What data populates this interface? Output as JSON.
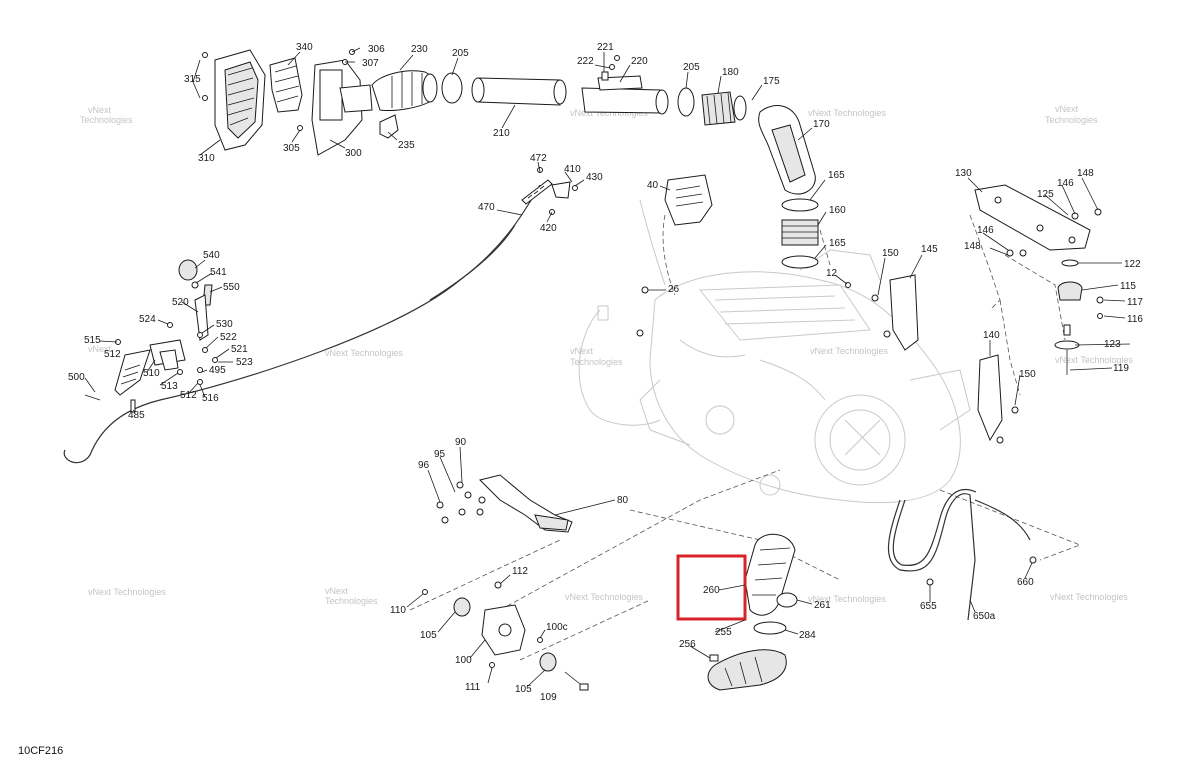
{
  "diagram_code": "10CF216",
  "watermark": {
    "line1": "vNext",
    "line2": "Technologies",
    "full": "vNext Technologies"
  },
  "highlight_color": "#d9232a",
  "labels": {
    "p315": "315",
    "p340": "340",
    "p306": "306",
    "p307": "307",
    "p230": "230",
    "p205a": "205",
    "p310": "310",
    "p305": "305",
    "p300": "300",
    "p235": "235",
    "p210": "210",
    "p221": "221",
    "p222": "222",
    "p220": "220",
    "p205b": "205",
    "p180": "180",
    "p175": "175",
    "p170": "170",
    "p472": "472",
    "p410": "410",
    "p430": "430",
    "p470": "470",
    "p420": "420",
    "p40": "40",
    "p165a": "165",
    "p160": "160",
    "p165b": "165",
    "p130": "130",
    "p148a": "148",
    "p146a": "146",
    "p125": "125",
    "p146b": "146",
    "p148b": "148",
    "p122": "122",
    "p115": "115",
    "p117": "117",
    "p116": "116",
    "p123": "123",
    "p119": "119",
    "p12": "12",
    "p150a": "150",
    "p145": "145",
    "p26": "26",
    "p140": "140",
    "p150b": "150",
    "p540": "540",
    "p541": "541",
    "p550": "550",
    "p520": "520",
    "p524": "524",
    "p530": "530",
    "p522": "522",
    "p515": "515",
    "p512a": "512",
    "p521": "521",
    "p523": "523",
    "p510": "510",
    "p495": "495",
    "p500": "500",
    "p513": "513",
    "p512b": "512",
    "p516": "516",
    "p485": "485",
    "p90": "90",
    "p95": "95",
    "p96": "96",
    "p80": "80",
    "p112": "112",
    "p110": "110",
    "p105a": "105",
    "p100c": "100c",
    "p100": "100",
    "p111": "111",
    "p105b": "105",
    "p109": "109",
    "p260": "260",
    "p261": "261",
    "p255": "255",
    "p284": "284",
    "p256": "256",
    "p655": "655",
    "p650a": "650a",
    "p660": "660"
  }
}
